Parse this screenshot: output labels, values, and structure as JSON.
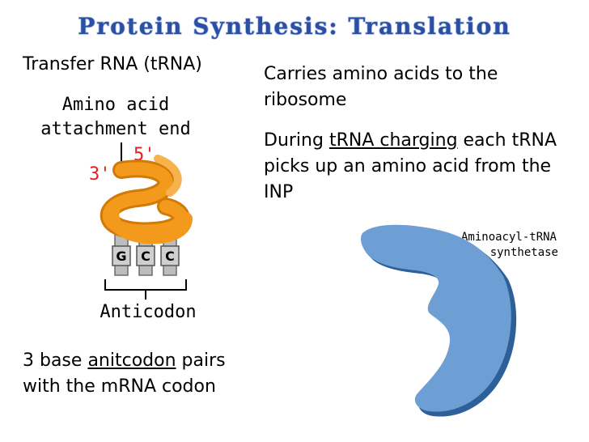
{
  "slide": {
    "title": "Protein Synthesis: Translation",
    "trna_heading": "Transfer RNA (tRNA)",
    "carries_text": "Carries amino acids to the ribosome",
    "charging_prefix": "During ",
    "charging_term": "tRNA charging",
    "charging_suffix": " each tRNA picks up an amino acid from the INP",
    "anticodon_prefix": "3 base ",
    "anticodon_term": "anitcodon",
    "anticodon_suffix": " pairs with the mRNA codon"
  },
  "diagram": {
    "amino_label_line1": "Amino acid",
    "amino_label_line2": "attachment end",
    "five_prime": "5'",
    "three_prime": "3'",
    "bases": [
      "G",
      "C",
      "C"
    ],
    "anticodon_label": "Anticodon",
    "enzyme_label_line1": "Aminoacyl-tRNA",
    "enzyme_label_line2": "synthetase"
  },
  "colors": {
    "title_fill": "#2a4fa3",
    "title_stroke": "#a9bde6",
    "trna_orange": "#f39a1c",
    "trna_shadow": "#d17a08",
    "prime_red": "#e02020",
    "enzyme_blue": "#6d9fd4",
    "enzyme_dark": "#2d5f99"
  }
}
